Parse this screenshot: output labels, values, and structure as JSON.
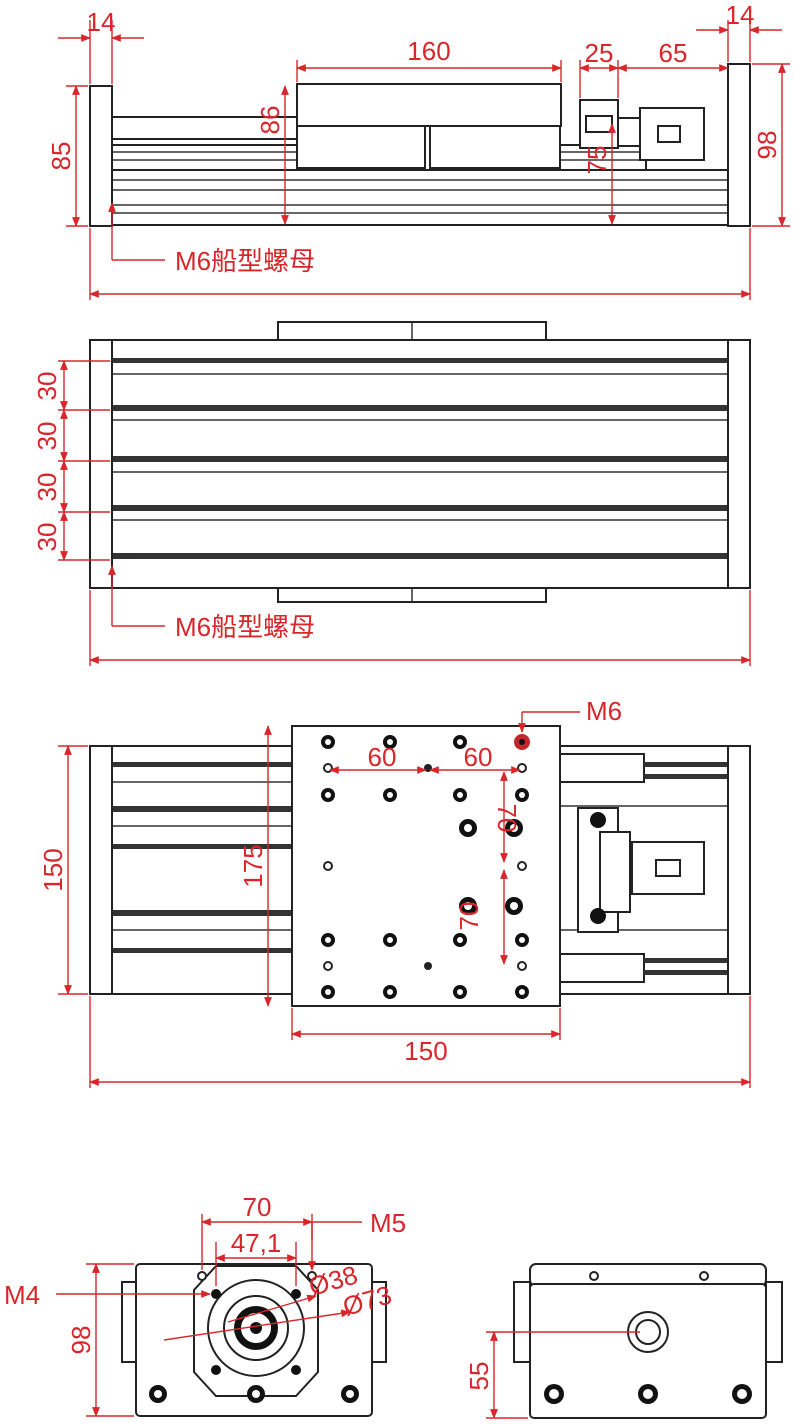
{
  "colors": {
    "dimension": "#d8262b",
    "outline": "#222222",
    "background": "#ffffff"
  },
  "side_view": {
    "dim_end_left": "14",
    "dim_end_right": "14",
    "dim_carriage_length": "160",
    "dim_coupler": "25",
    "dim_motor": "65",
    "dim_height_left": "85",
    "dim_carriage_height": "86",
    "dim_center_height": "75",
    "dim_height_right": "98",
    "nut_label": "M6船型螺母"
  },
  "top_view": {
    "slot_spacings": [
      "30",
      "30",
      "30",
      "30"
    ],
    "nut_label": "M6船型螺母"
  },
  "plan_view": {
    "hole_label": "M6",
    "dim_hole_x_left": "60",
    "dim_hole_x_right": "60",
    "dim_hole_y_upper": "70",
    "dim_hole_y_lower": "70",
    "dim_rail_width": "150",
    "dim_plate_length": "175",
    "dim_plate_width": "150"
  },
  "end_view_motor": {
    "dim_hole_pitch": "70",
    "dim_hole_pitch_inner": "47,1",
    "label_m5": "M5",
    "label_m4": "M4",
    "label_d38": "Ø38",
    "label_d73": "Ø73",
    "dim_height": "98"
  },
  "end_view_back": {
    "dim_shaft_height": "55"
  }
}
